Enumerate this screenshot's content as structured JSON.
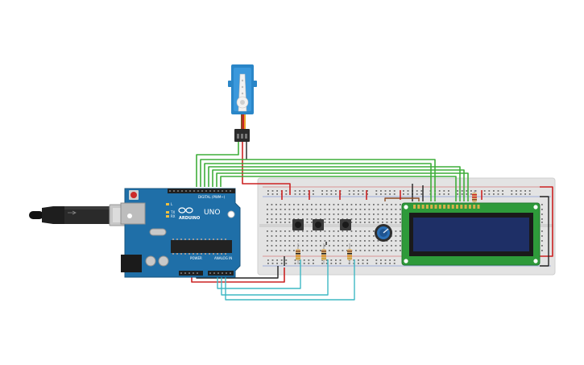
{
  "arduino": {
    "logo_text": "ARDUINO",
    "model_text": "UNO",
    "digital_label": "DIGITAL (PWM~)",
    "analog_label": "ANALOG IN",
    "power_label": "POWER",
    "led_labels": [
      "L",
      "TX",
      "RX"
    ],
    "board_color": "#1f6fa8"
  },
  "colors": {
    "wire_green": "#3fae3a",
    "wire_red": "#cc2222",
    "wire_black": "#222222",
    "wire_cyan": "#3fb8c4",
    "wire_brown": "#8a4b22",
    "breadboard": "#e2e2e2",
    "lcd_board": "#2e9a3a",
    "lcd_screen": "#1e2f66"
  },
  "components": {
    "servo": "servo-motor",
    "usb_cable": "usb-cable",
    "potentiometer": "potentiometer",
    "lcd": "lcd-16x2",
    "pushbutton_count": 3,
    "resistor_count": 4
  }
}
